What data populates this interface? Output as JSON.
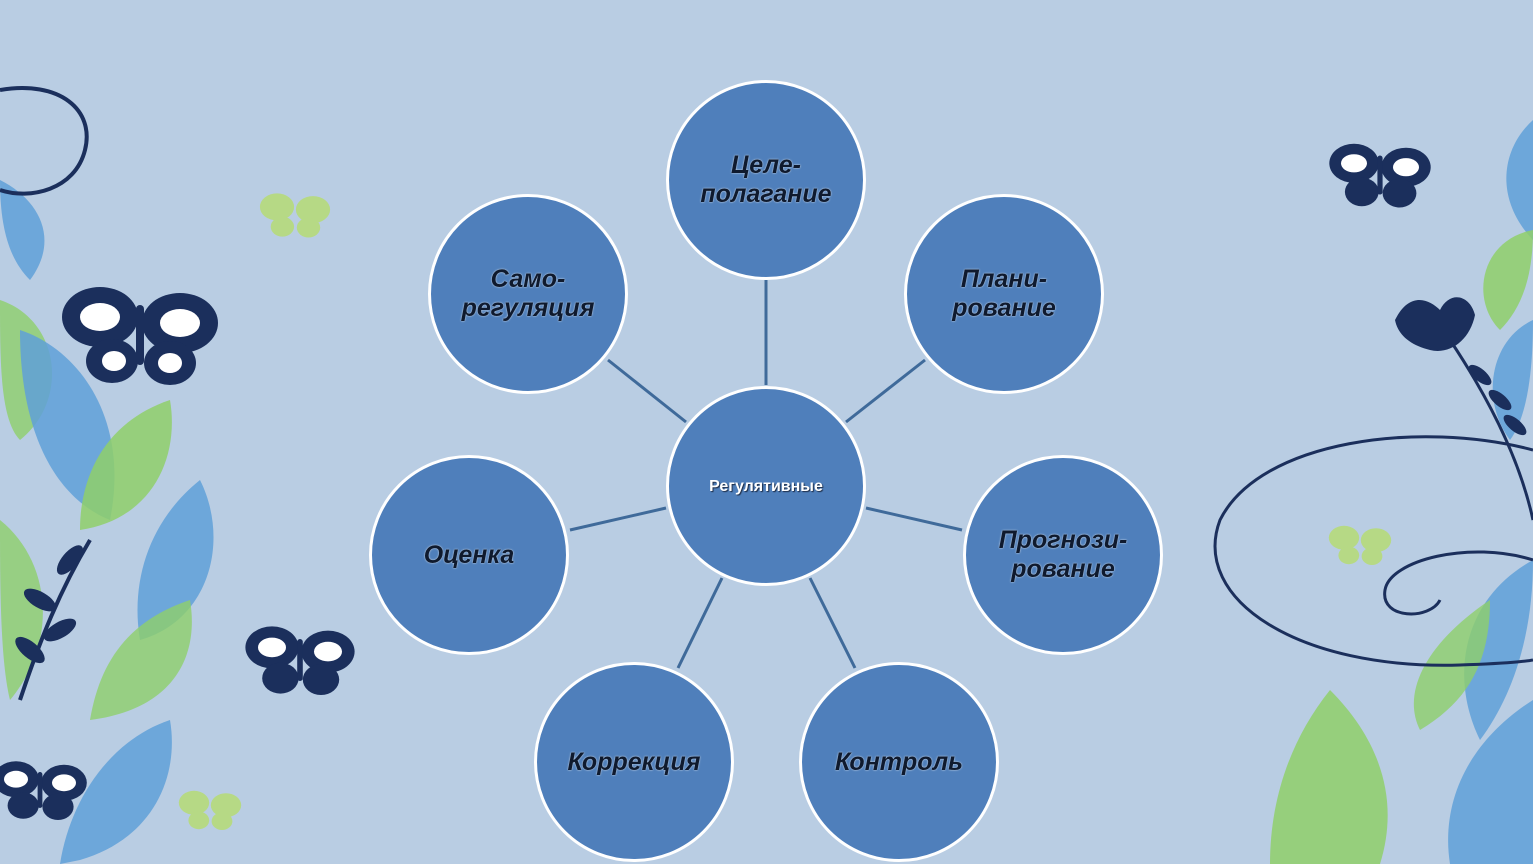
{
  "diagram": {
    "center": {
      "label": "Регулятивные"
    },
    "nodes": [
      {
        "id": "goal-setting",
        "label": "Целе-\nполагание"
      },
      {
        "id": "planning",
        "label": "Плани-\nрование"
      },
      {
        "id": "forecasting",
        "label": "Прогнози-\nрование"
      },
      {
        "id": "control",
        "label": "Контроль"
      },
      {
        "id": "correction",
        "label": "Коррекция"
      },
      {
        "id": "evaluation",
        "label": "Оценка"
      },
      {
        "id": "self-regulation",
        "label": "Само-\nрегуляция"
      }
    ]
  },
  "colors": {
    "background": "#b9cde3",
    "node_fill": "#4f7fbb",
    "node_border": "#ffffff",
    "connector": "#3f6a9a",
    "label_text": "#0f1a2e",
    "center_text": "#ffffff",
    "decor_dark": "#1b2f5c",
    "decor_blue": "#5fa0d8",
    "decor_green": "#8fcf6a"
  },
  "decorations": [
    "butterfly-icon",
    "leaf-icon",
    "flower-icon",
    "swirl-icon"
  ]
}
